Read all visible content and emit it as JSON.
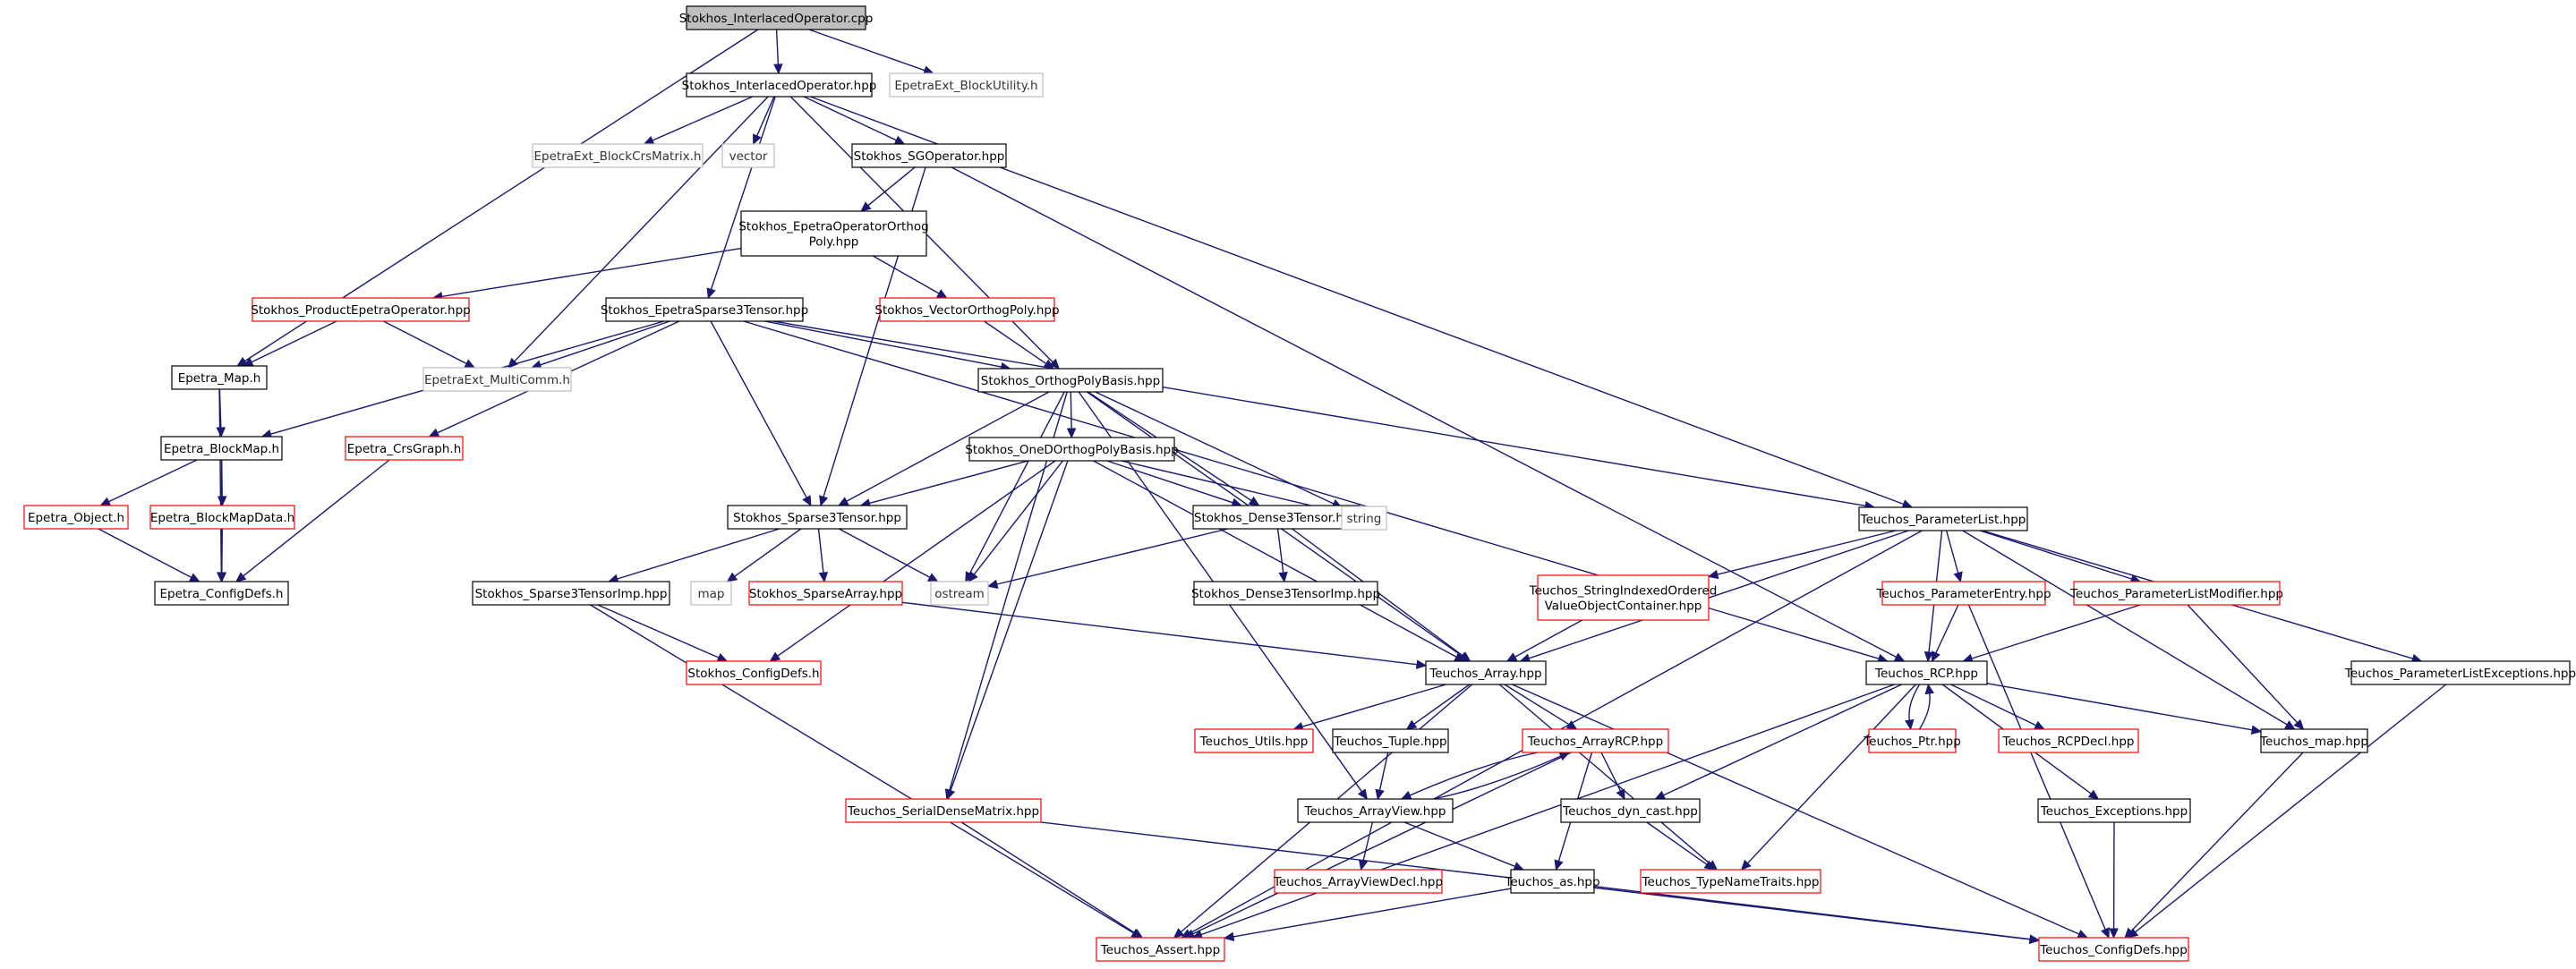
{
  "nodes": [
    {
      "id": "n0",
      "label": "Stokhos_InterlacedOperator.cpp",
      "style": "root"
    },
    {
      "id": "n1",
      "label": "Stokhos_InterlacedOperator.hpp",
      "style": "doc"
    },
    {
      "id": "n2",
      "label": "EpetraExt_BlockUtility.h",
      "style": "ext"
    },
    {
      "id": "n3",
      "label": "Epetra_Map.h",
      "style": "doc"
    },
    {
      "id": "n4",
      "label": "EpetraExt_BlockCrsMatrix.h",
      "style": "ext"
    },
    {
      "id": "n5",
      "label": "vector",
      "style": "ext"
    },
    {
      "id": "n6",
      "label": "Stokhos_SGOperator.hpp",
      "style": "doc"
    },
    {
      "id": "n7",
      "label": "EpetraExt_MultiComm.h",
      "style": "ext"
    },
    {
      "id": "n8",
      "label": "Stokhos_EpetraSparse3Tensor.hpp",
      "style": "doc"
    },
    {
      "id": "n9",
      "label": "Stokhos_OrthogPolyBasis.hpp",
      "style": "doc"
    },
    {
      "id": "n10",
      "label": "Teuchos_ParameterList.hpp",
      "style": "doc"
    },
    {
      "id": "n11",
      "label": [
        "Stokhos_EpetraOperatorOrthog",
        "Poly.hpp"
      ],
      "style": "doc"
    },
    {
      "id": "n12",
      "label": "Teuchos_RCP.hpp",
      "style": "doc"
    },
    {
      "id": "n13",
      "label": "Stokhos_ProductEpetraOperator.hpp",
      "style": "red"
    },
    {
      "id": "n14",
      "label": "Stokhos_VectorOrthogPoly.hpp",
      "style": "red"
    },
    {
      "id": "n15",
      "label": "Epetra_BlockMap.h",
      "style": "doc"
    },
    {
      "id": "n16",
      "label": "Epetra_CrsGraph.h",
      "style": "red"
    },
    {
      "id": "n17",
      "label": "Stokhos_Sparse3Tensor.hpp",
      "style": "doc"
    },
    {
      "id": "n18",
      "label": "Stokhos_OneDOrthogPolyBasis.hpp",
      "style": "doc"
    },
    {
      "id": "n19",
      "label": "Stokhos_Dense3Tensor.hpp",
      "style": "doc"
    },
    {
      "id": "n20",
      "label": "string",
      "style": "ext"
    },
    {
      "id": "n21",
      "label": "Epetra_Object.h",
      "style": "red"
    },
    {
      "id": "n22",
      "label": "Epetra_BlockMapData.h",
      "style": "red"
    },
    {
      "id": "n23",
      "label": "Epetra_ConfigDefs.h",
      "style": "doc"
    },
    {
      "id": "n24",
      "label": "Stokhos_Sparse3TensorImp.hpp",
      "style": "doc"
    },
    {
      "id": "n25",
      "label": "map",
      "style": "ext"
    },
    {
      "id": "n26",
      "label": "Stokhos_SparseArray.hpp",
      "style": "red"
    },
    {
      "id": "n27",
      "label": "ostream",
      "style": "ext"
    },
    {
      "id": "n28",
      "label": "Stokhos_Dense3TensorImp.hpp",
      "style": "doc"
    },
    {
      "id": "n29",
      "label": [
        "Teuchos_StringIndexedOrdered",
        "ValueObjectContainer.hpp"
      ],
      "style": "red"
    },
    {
      "id": "n30",
      "label": "Teuchos_ParameterEntry.hpp",
      "style": "red"
    },
    {
      "id": "n31",
      "label": "Teuchos_ParameterListModifier.hpp",
      "style": "red"
    },
    {
      "id": "n32",
      "label": "Stokhos_ConfigDefs.h",
      "style": "red"
    },
    {
      "id": "n33",
      "label": "Teuchos_Array.hpp",
      "style": "doc"
    },
    {
      "id": "n34",
      "label": "Teuchos_ParameterListExceptions.hpp",
      "style": "doc"
    },
    {
      "id": "n35",
      "label": "Teuchos_Utils.hpp",
      "style": "red"
    },
    {
      "id": "n36",
      "label": "Teuchos_Tuple.hpp",
      "style": "doc"
    },
    {
      "id": "n37",
      "label": "Teuchos_ArrayRCP.hpp",
      "style": "red"
    },
    {
      "id": "n38",
      "label": "Teuchos_Ptr.hpp",
      "style": "red"
    },
    {
      "id": "n39",
      "label": "Teuchos_RCPDecl.hpp",
      "style": "red"
    },
    {
      "id": "n40",
      "label": "Teuchos_map.hpp",
      "style": "doc"
    },
    {
      "id": "n41",
      "label": "Teuchos_SerialDenseMatrix.hpp",
      "style": "red"
    },
    {
      "id": "n42",
      "label": "Teuchos_ArrayView.hpp",
      "style": "doc"
    },
    {
      "id": "n43",
      "label": "Teuchos_dyn_cast.hpp",
      "style": "doc"
    },
    {
      "id": "n44",
      "label": "Teuchos_Exceptions.hpp",
      "style": "doc"
    },
    {
      "id": "n45",
      "label": "Teuchos_ArrayViewDecl.hpp",
      "style": "red"
    },
    {
      "id": "n46",
      "label": "Teuchos_as.hpp",
      "style": "doc"
    },
    {
      "id": "n47",
      "label": "Teuchos_TypeNameTraits.hpp",
      "style": "red"
    },
    {
      "id": "n48",
      "label": "Teuchos_Assert.hpp",
      "style": "red"
    },
    {
      "id": "n49",
      "label": "Teuchos_ConfigDefs.hpp",
      "style": "red"
    }
  ],
  "edges": [
    [
      "n0",
      "n1"
    ],
    [
      "n0",
      "n2"
    ],
    [
      "n0",
      "n3"
    ],
    [
      "n1",
      "n4"
    ],
    [
      "n1",
      "n5"
    ],
    [
      "n1",
      "n6"
    ],
    [
      "n1",
      "n7"
    ],
    [
      "n1",
      "n8"
    ],
    [
      "n1",
      "n9"
    ],
    [
      "n1",
      "n10"
    ],
    [
      "n6",
      "n11"
    ],
    [
      "n6",
      "n17"
    ],
    [
      "n6",
      "n12"
    ],
    [
      "n11",
      "n13"
    ],
    [
      "n11",
      "n14"
    ],
    [
      "n13",
      "n3"
    ],
    [
      "n13",
      "n7"
    ],
    [
      "n14",
      "n9"
    ],
    [
      "n8",
      "n7"
    ],
    [
      "n8",
      "n15"
    ],
    [
      "n8",
      "n16"
    ],
    [
      "n8",
      "n17"
    ],
    [
      "n8",
      "n9"
    ],
    [
      "n8",
      "n12"
    ],
    [
      "n8",
      "n10"
    ],
    [
      "n3",
      "n15"
    ],
    [
      "n3",
      "n23"
    ],
    [
      "n15",
      "n21"
    ],
    [
      "n15",
      "n22"
    ],
    [
      "n15",
      "n23"
    ],
    [
      "n16",
      "n23"
    ],
    [
      "n21",
      "n23"
    ],
    [
      "n22",
      "n23"
    ],
    [
      "n9",
      "n18"
    ],
    [
      "n9",
      "n17"
    ],
    [
      "n9",
      "n19"
    ],
    [
      "n9",
      "n20"
    ],
    [
      "n9",
      "n27"
    ],
    [
      "n9",
      "n33"
    ],
    [
      "n9",
      "n42"
    ],
    [
      "n9",
      "n41"
    ],
    [
      "n18",
      "n17"
    ],
    [
      "n18",
      "n19"
    ],
    [
      "n18",
      "n20"
    ],
    [
      "n18",
      "n27"
    ],
    [
      "n18",
      "n32"
    ],
    [
      "n18",
      "n33"
    ],
    [
      "n18",
      "n41"
    ],
    [
      "n17",
      "n24"
    ],
    [
      "n17",
      "n25"
    ],
    [
      "n17",
      "n26"
    ],
    [
      "n17",
      "n27"
    ],
    [
      "n19",
      "n27"
    ],
    [
      "n19",
      "n28"
    ],
    [
      "n19",
      "n33"
    ],
    [
      "n24",
      "n32"
    ],
    [
      "n24",
      "n48"
    ],
    [
      "n26",
      "n33"
    ],
    [
      "n10",
      "n29"
    ],
    [
      "n10",
      "n30"
    ],
    [
      "n10",
      "n31"
    ],
    [
      "n10",
      "n12"
    ],
    [
      "n10",
      "n33"
    ],
    [
      "n10",
      "n34"
    ],
    [
      "n10",
      "n40"
    ],
    [
      "n10",
      "n48"
    ],
    [
      "n29",
      "n33"
    ],
    [
      "n30",
      "n12"
    ],
    [
      "n30",
      "n49"
    ],
    [
      "n31",
      "n12"
    ],
    [
      "n31",
      "n40"
    ],
    [
      "n34",
      "n49"
    ],
    [
      "n12",
      "n38"
    ],
    [
      "n12",
      "n39"
    ],
    [
      "n12",
      "n44"
    ],
    [
      "n12",
      "n40"
    ],
    [
      "n12",
      "n43"
    ],
    [
      "n12",
      "n47"
    ],
    [
      "n12",
      "n48"
    ],
    [
      "n38",
      "n12"
    ],
    [
      "n33",
      "n35"
    ],
    [
      "n33",
      "n36"
    ],
    [
      "n33",
      "n37"
    ],
    [
      "n33",
      "n47"
    ],
    [
      "n33",
      "n48"
    ],
    [
      "n33",
      "n49"
    ],
    [
      "n36",
      "n42"
    ],
    [
      "n37",
      "n42"
    ],
    [
      "n37",
      "n43"
    ],
    [
      "n37",
      "n46"
    ],
    [
      "n37",
      "n48"
    ],
    [
      "n42",
      "n37"
    ],
    [
      "n42",
      "n45"
    ],
    [
      "n42",
      "n46"
    ],
    [
      "n41",
      "n48"
    ],
    [
      "n41",
      "n49"
    ],
    [
      "n43",
      "n47"
    ],
    [
      "n44",
      "n49"
    ],
    [
      "n46",
      "n48"
    ],
    [
      "n46",
      "n49"
    ],
    [
      "n40",
      "n49"
    ]
  ],
  "colors": {
    "edge": "#191970",
    "node_border": "#000000",
    "red_border": "#ff0000",
    "ext_border": "#bfbfbf",
    "root_fill": "#bfbfbf",
    "node_fill": "#ffffff"
  }
}
